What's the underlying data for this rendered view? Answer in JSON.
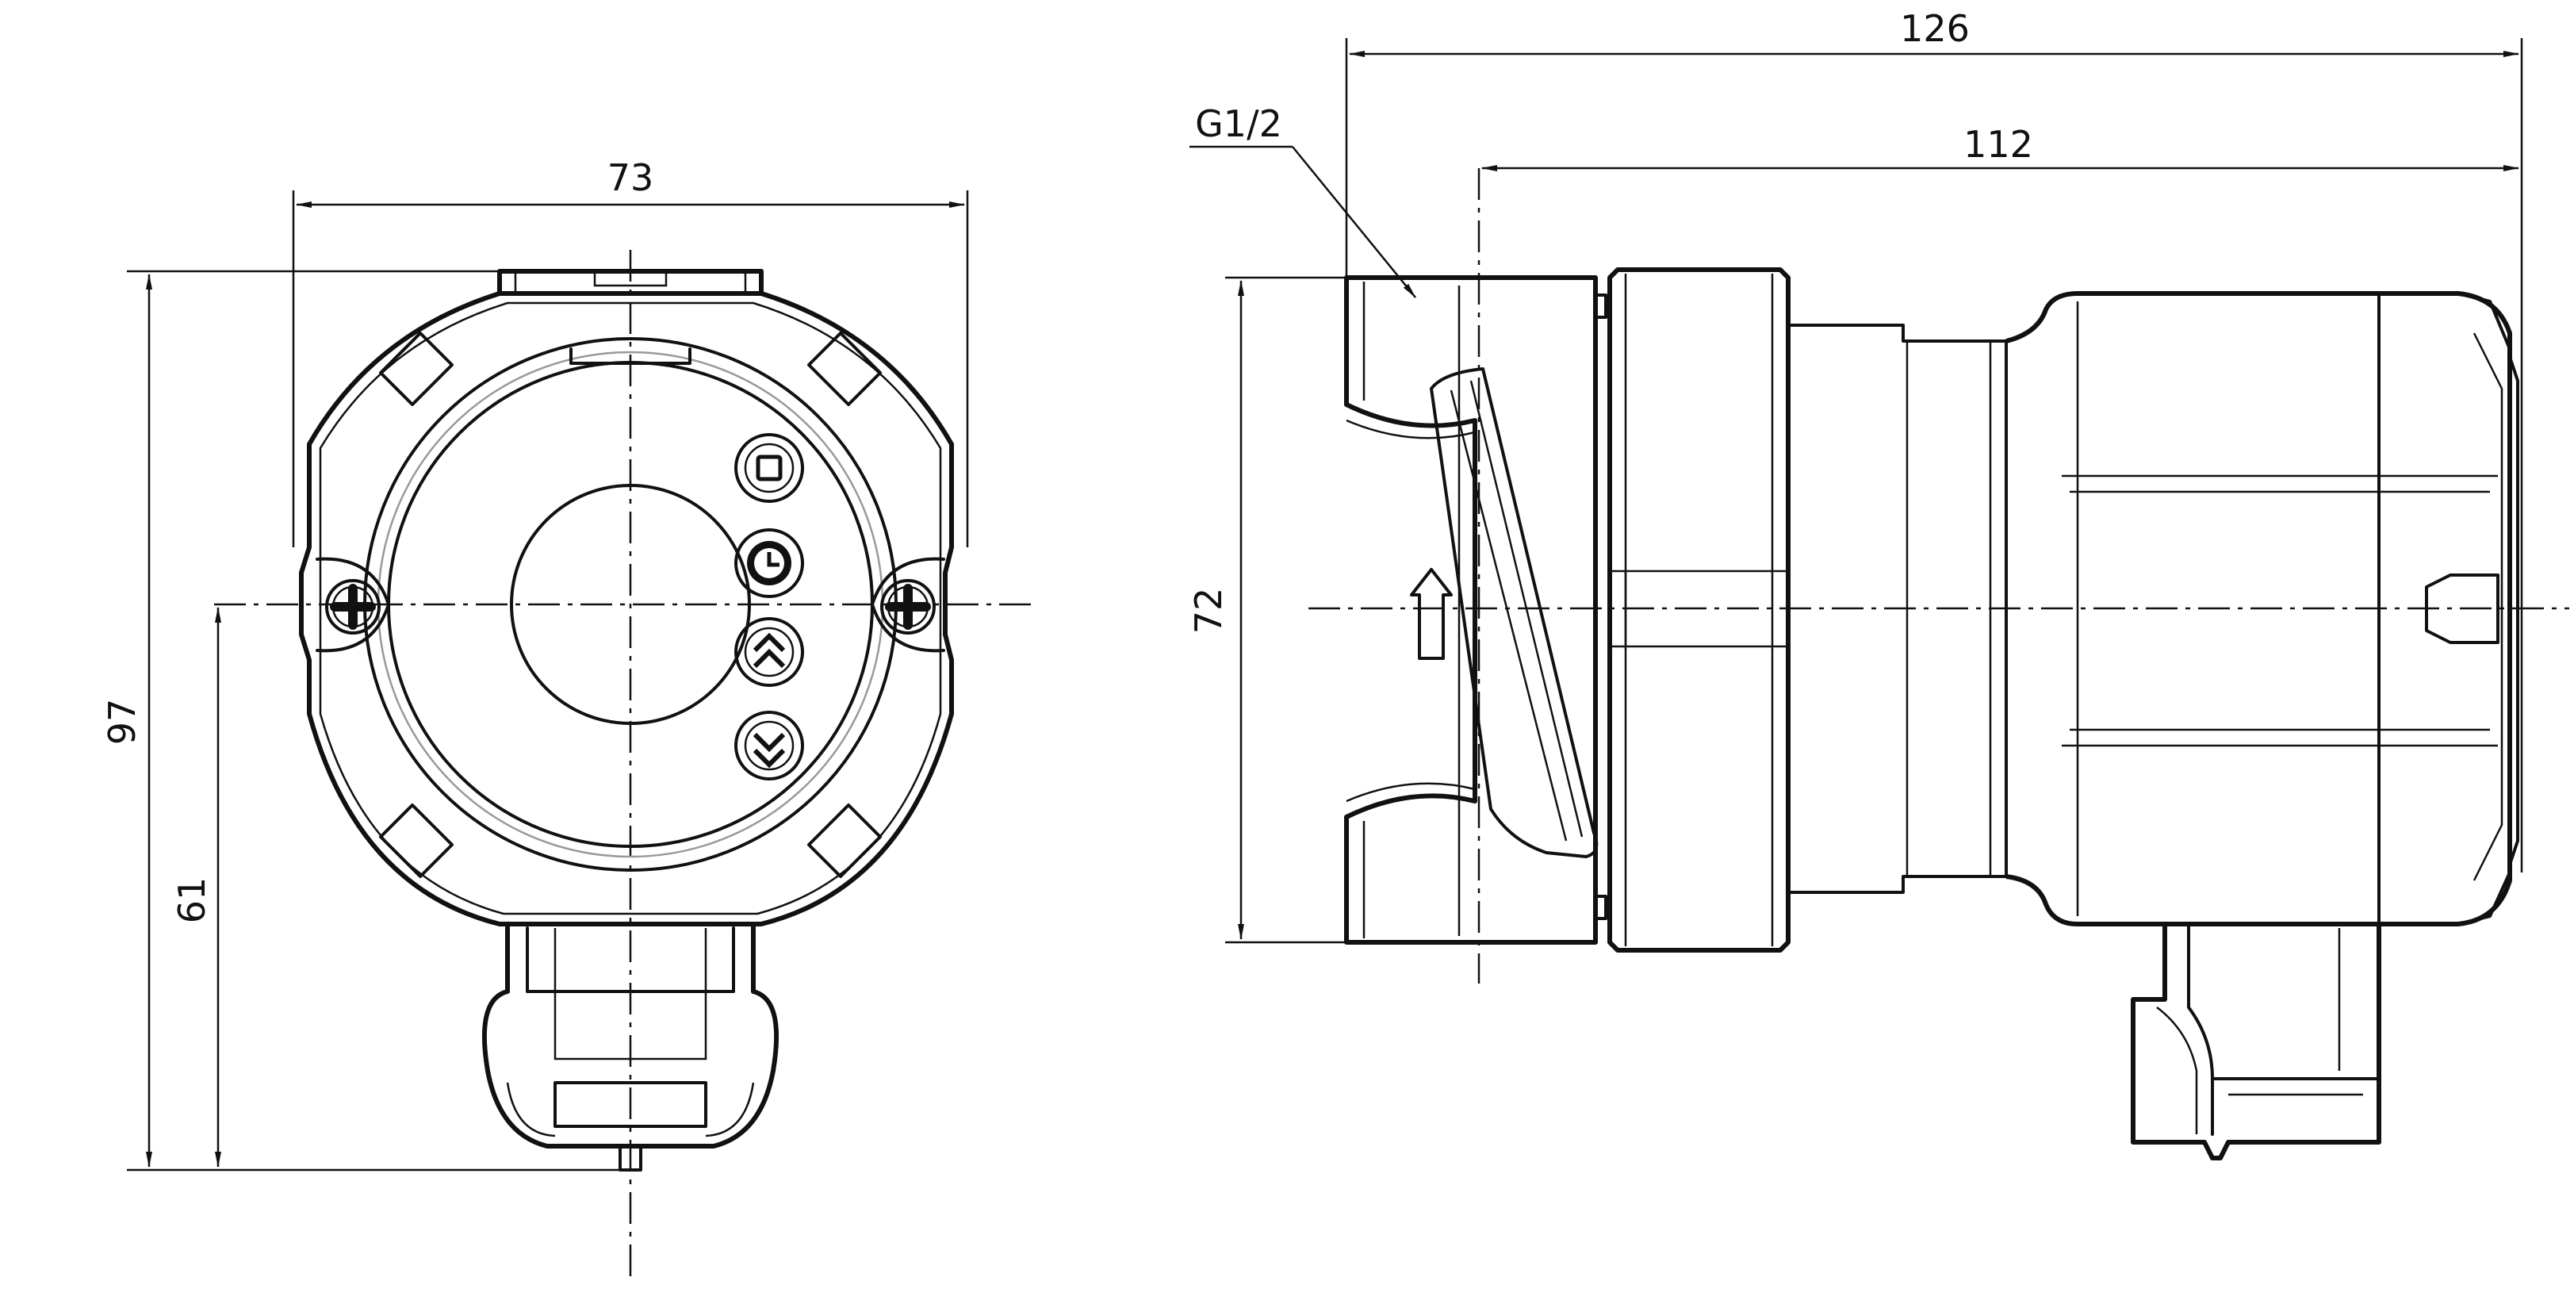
{
  "drawing": {
    "front_view": {
      "width_label": "73",
      "height_label": "97",
      "axis_height_label": "61"
    },
    "side_view": {
      "overall_length_label": "126",
      "body_length_label": "112",
      "height_label": "72",
      "thread_label": "G1/2"
    },
    "control_buttons": [
      {
        "name": "stop-square-icon"
      },
      {
        "name": "clock-icon"
      },
      {
        "name": "chevron-up-double-icon"
      },
      {
        "name": "chevron-down-double-icon"
      }
    ],
    "colors": {
      "line": "#111111",
      "hidden_line": "#999999",
      "background": "#ffffff"
    }
  }
}
